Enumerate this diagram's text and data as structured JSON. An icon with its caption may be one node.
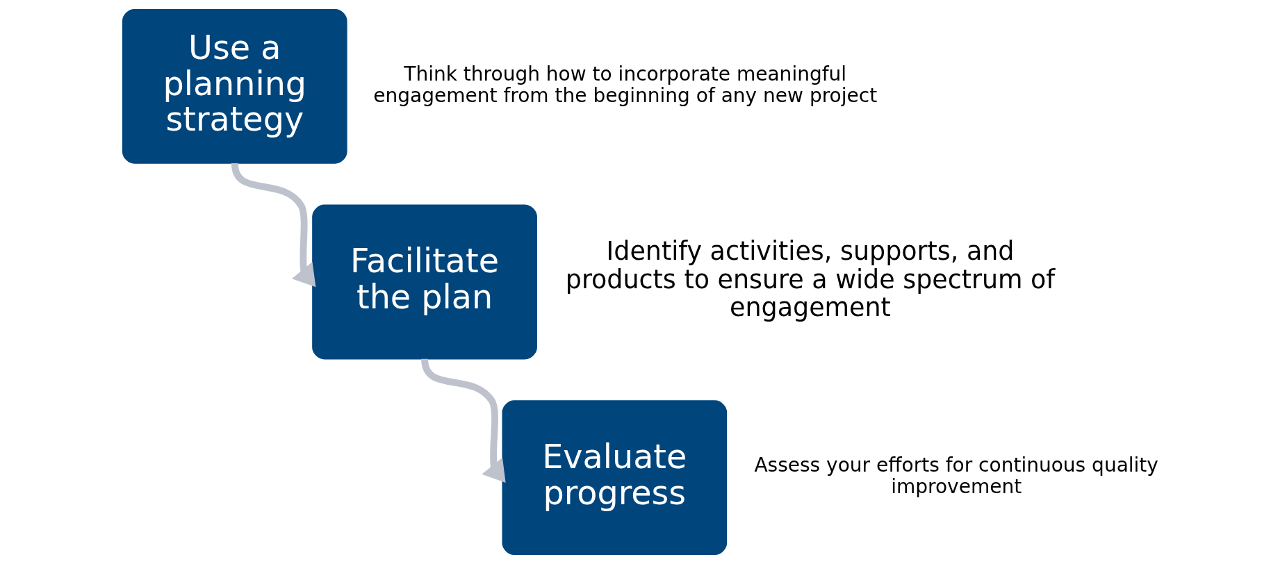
{
  "diagram": {
    "nodes": [
      {
        "text": [
          "Use a planning strategy"
        ],
        "beside": [
          "Think through how to incorporate meaningful engagement from the beginning of any new project"
        ]
      },
      {
        "text": [
          "Facilitate the plan"
        ],
        "beside": [
          "Identify activities, supports, and products to ensure a wide spectrum of engagement"
        ]
      },
      {
        "text": [
          "Evaluate progress"
        ],
        "beside": [
          "Assess your efforts for continuous quality improvement"
        ]
      }
    ],
    "edges": [
      {
        "from": 0,
        "to": 1,
        "arrow": "to"
      },
      {
        "from": 1,
        "to": 2,
        "arrow": "to"
      }
    ]
  }
}
